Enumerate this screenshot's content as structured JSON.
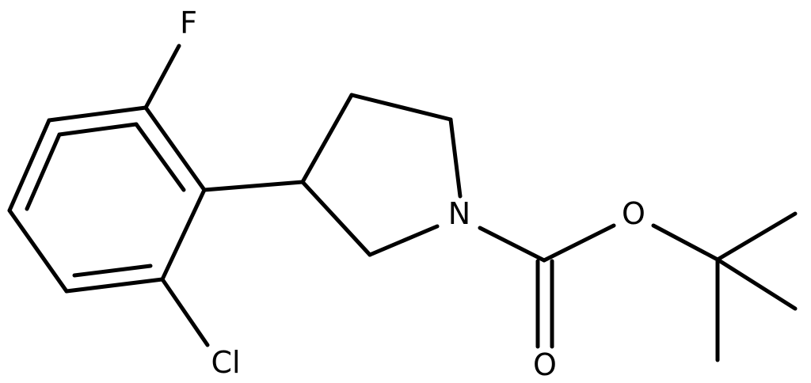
{
  "molecule": {
    "atom_labels": {
      "fluorine": "F",
      "chlorine": "Cl",
      "nitrogen": "N",
      "ester_oxygen": "O",
      "carbonyl_oxygen": "O"
    }
  },
  "colors": {
    "bond": "#000000",
    "label": "#000000",
    "background": "#ffffff"
  }
}
